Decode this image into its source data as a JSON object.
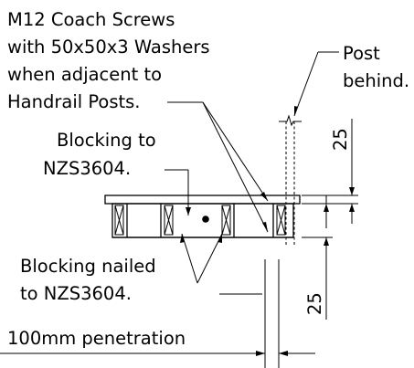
{
  "notes": {
    "coach_screws": [
      "M12 Coach Screws",
      "with 50x50x3 Washers",
      "when adjacent to",
      "Handrail Posts."
    ],
    "post_behind": [
      "Post",
      "behind."
    ],
    "blocking_to": [
      "Blocking to",
      "NZS3604."
    ],
    "blocking_nailed": [
      "Blocking nailed",
      "to NZS3604."
    ],
    "penetration": "100mm penetration"
  },
  "dimensions": {
    "upper": "25",
    "lower": "25"
  }
}
